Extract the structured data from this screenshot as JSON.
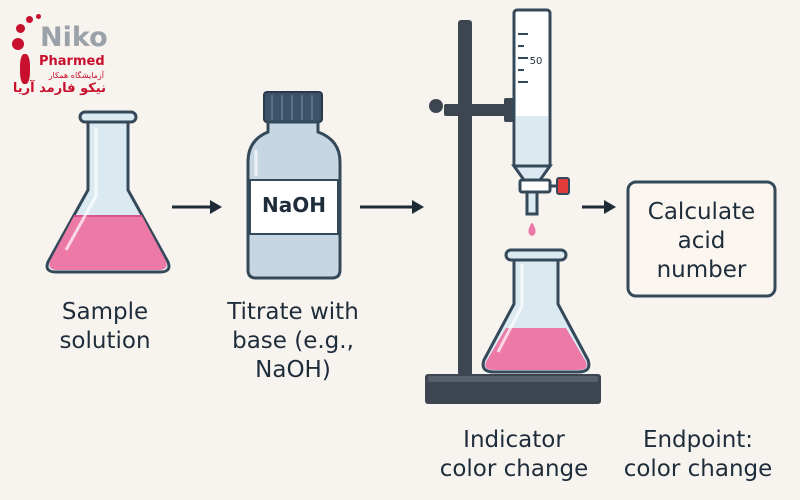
{
  "logo": {
    "name": "Niko",
    "subtitle": "Pharmed",
    "farsi_small": "آزمایشگاه همکار",
    "farsi_main": "نیکو فارمد آریا"
  },
  "steps": {
    "sample": {
      "label": "Sample\nsolution"
    },
    "titrate": {
      "label": "Titrate with\nbase (e.g.,\nNaOH)",
      "bottle_label": "NaOH"
    },
    "indicator": {
      "label": "Indicator\ncolor change",
      "burette_mark": "50"
    },
    "endpoint": {
      "label": "Endpoint:\ncolor change"
    },
    "calculate": {
      "label": "Calculate\nacid\nnumber"
    }
  },
  "colors": {
    "background": "#f7f3ee",
    "pink_solution": "#ec79a6",
    "glass": "#dbe9f1",
    "outline": "#34495a",
    "bottle": "#c7d6e3",
    "cap": "#3c5268",
    "stand": "#3d4650",
    "stopcock": "#e23b3b",
    "logo_red": "#c8102e"
  },
  "icons": [
    "erlenmeyer-flask-icon",
    "naoh-bottle-icon",
    "burette-stand-icon",
    "arrow-right-icon"
  ]
}
